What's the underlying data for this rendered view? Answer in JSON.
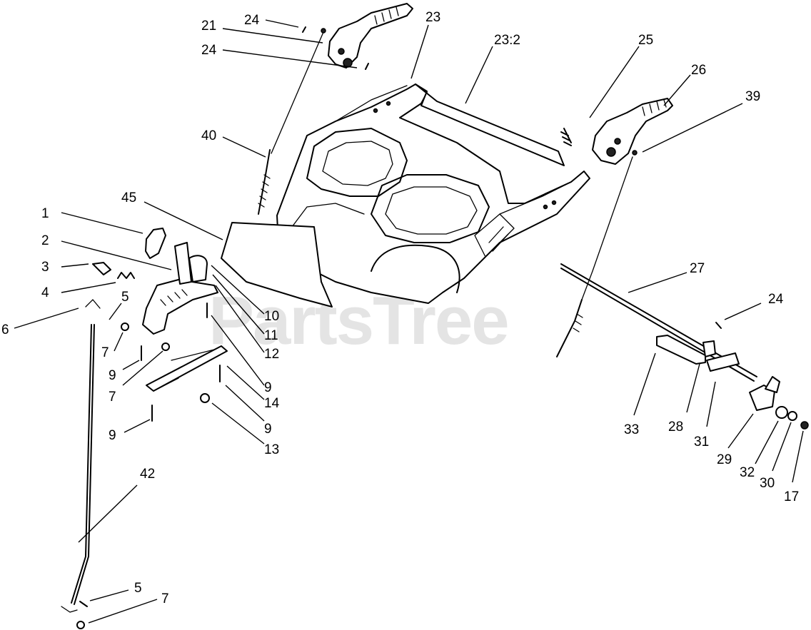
{
  "watermark": "PartsTree",
  "callouts": [
    {
      "id": "c1",
      "text": "1"
    },
    {
      "id": "c2",
      "text": "2"
    },
    {
      "id": "c3",
      "text": "3"
    },
    {
      "id": "c4",
      "text": "4"
    },
    {
      "id": "c5a",
      "text": "5"
    },
    {
      "id": "c6",
      "text": "6"
    },
    {
      "id": "c7a",
      "text": "7"
    },
    {
      "id": "c9a",
      "text": "9"
    },
    {
      "id": "c7b",
      "text": "7"
    },
    {
      "id": "c9b",
      "text": "9"
    },
    {
      "id": "c10",
      "text": "10"
    },
    {
      "id": "c11",
      "text": "11"
    },
    {
      "id": "c12",
      "text": "12"
    },
    {
      "id": "c9c",
      "text": "9"
    },
    {
      "id": "c14",
      "text": "14"
    },
    {
      "id": "c9d",
      "text": "9"
    },
    {
      "id": "c13",
      "text": "13"
    },
    {
      "id": "c42",
      "text": "42"
    },
    {
      "id": "c5b",
      "text": "5"
    },
    {
      "id": "c7c",
      "text": "7"
    },
    {
      "id": "c45",
      "text": "45"
    },
    {
      "id": "c40",
      "text": "40"
    },
    {
      "id": "c21",
      "text": "21"
    },
    {
      "id": "c24a",
      "text": "24"
    },
    {
      "id": "c24b",
      "text": "24"
    },
    {
      "id": "c23",
      "text": "23"
    },
    {
      "id": "c23_2",
      "text": "23:2"
    },
    {
      "id": "c25",
      "text": "25"
    },
    {
      "id": "c26",
      "text": "26"
    },
    {
      "id": "c39",
      "text": "39"
    },
    {
      "id": "c27",
      "text": "27"
    },
    {
      "id": "c24c",
      "text": "24"
    },
    {
      "id": "c33",
      "text": "33"
    },
    {
      "id": "c28",
      "text": "28"
    },
    {
      "id": "c31",
      "text": "31"
    },
    {
      "id": "c29",
      "text": "29"
    },
    {
      "id": "c32",
      "text": "32"
    },
    {
      "id": "c30",
      "text": "30"
    },
    {
      "id": "c17",
      "text": "17"
    }
  ]
}
